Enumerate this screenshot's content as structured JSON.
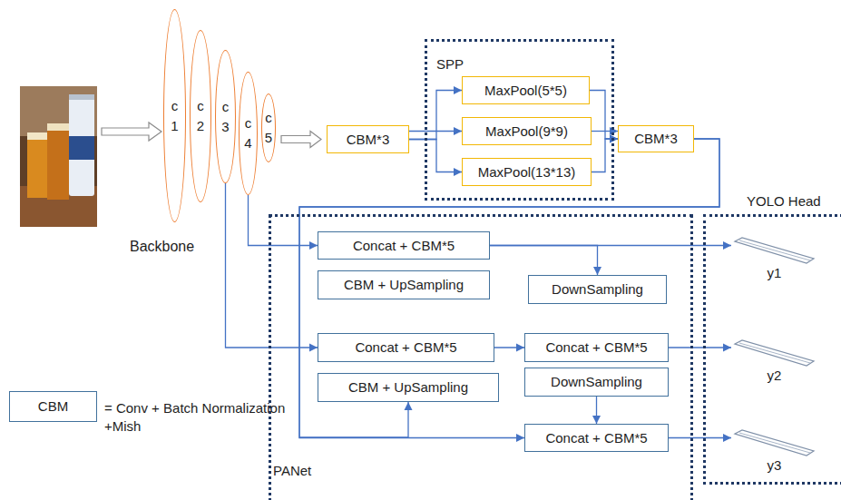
{
  "diagram": {
    "nodes": [
      {
        "text": [
          "c 1"
        ]
      },
      {
        "text": [
          "c 2"
        ]
      },
      {
        "text": [
          "c 3"
        ]
      },
      {
        "text": [
          "c 4"
        ]
      },
      {
        "text": [
          "c 5"
        ]
      },
      {
        "text": [
          "CBM*3"
        ]
      },
      {
        "text": [
          "SPP"
        ]
      },
      {
        "text": [
          "MaxPool(5*5)"
        ],
        "in": 6
      },
      {
        "text": [
          "MaxPool(9*9)"
        ],
        "in": 6
      },
      {
        "text": [
          "MaxPool(13*13)"
        ],
        "in": 6
      },
      {
        "text": [
          "CBM*3"
        ]
      },
      {
        "text": [
          "PANet"
        ]
      },
      {
        "text": [
          "Concat + CBM*5"
        ],
        "in": 11
      },
      {
        "text": [
          "CBM + UpSampling"
        ],
        "in": 11
      },
      {
        "text": [
          "DownSampling"
        ],
        "in": 11
      },
      {
        "text": [
          "Concat + CBM*5"
        ],
        "in": 11
      },
      {
        "text": [
          "Concat + CBM*5"
        ],
        "in": 11
      },
      {
        "text": [
          "DownSampling"
        ],
        "in": 11
      },
      {
        "text": [
          "CBM + UpSampling"
        ],
        "in": 11
      },
      {
        "text": [
          "Concat + CBM*5"
        ],
        "in": 11
      },
      {
        "text": [
          "YOLO Head"
        ]
      },
      {
        "text": [
          "y1"
        ],
        "in": 20
      },
      {
        "text": [
          "y2"
        ],
        "in": 20
      },
      {
        "text": [
          "y3"
        ],
        "in": 20
      },
      {
        "text": [
          "CBM"
        ]
      }
    ],
    "edges": [
      {
        "from": 4,
        "to": 5,
        "arrow": "to"
      },
      {
        "from": 5,
        "to": 7,
        "arrow": "to"
      },
      {
        "from": 5,
        "to": 8,
        "arrow": "to"
      },
      {
        "from": 5,
        "to": 9,
        "arrow": "to"
      },
      {
        "from": 7,
        "to": 10,
        "arrow": "to"
      },
      {
        "from": 8,
        "to": 10,
        "arrow": "to"
      },
      {
        "from": 9,
        "to": 10,
        "arrow": "to"
      },
      {
        "from": 10,
        "to": 19,
        "arrow": "to"
      },
      {
        "from": 10,
        "to": 18,
        "arrow": "to"
      },
      {
        "from": 3,
        "to": 12,
        "arrow": "to"
      },
      {
        "from": 2,
        "to": 15,
        "arrow": "to"
      },
      {
        "from": 12,
        "to": 21,
        "arrow": "to"
      },
      {
        "from": 12,
        "to": 14,
        "arrow": "to"
      },
      {
        "from": 15,
        "to": 16,
        "arrow": "to"
      },
      {
        "from": 16,
        "to": 22,
        "arrow": "to"
      },
      {
        "from": 17,
        "to": 19,
        "arrow": "to"
      },
      {
        "from": 19,
        "to": 23,
        "arrow": "to"
      }
    ],
    "labels": [
      "Backbone",
      "= Conv + Batch Normalization +Mish"
    ]
  }
}
